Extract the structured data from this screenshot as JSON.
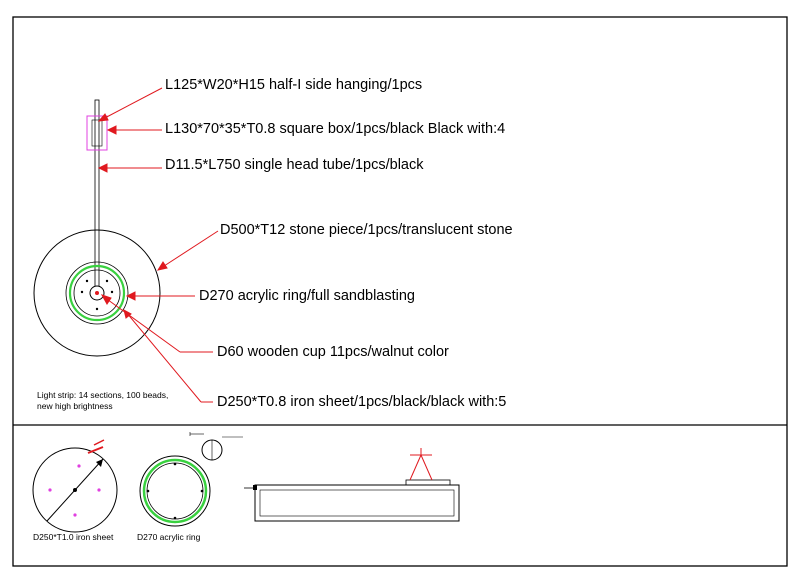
{
  "colors": {
    "line": "#000000",
    "leader": "#e0191f",
    "box_outline": "#e040e0",
    "acrylic": "#39d13f",
    "magenta_dot": "#e040e0"
  },
  "callouts": {
    "side_hanging": "L125*W20*H15 half-I side hanging/1pcs",
    "square_box": "L130*70*35*T0.8 square box/1pcs/black Black with:4",
    "tube": "D11.5*L750 single head tube/1pcs/black",
    "stone": "D500*T12 stone piece/1pcs/translucent stone",
    "acrylic_ring": "D270 acrylic ring/full sandblasting",
    "wooden_cup": "D60 wooden cup 11pcs/walnut color",
    "iron_sheet": "D250*T0.8 iron sheet/1pcs/black/black with:5"
  },
  "notes": {
    "light_strip_line1": "Light strip: 14 sections, 100 beads,",
    "light_strip_line2": "new high brightness"
  },
  "details": {
    "iron_sheet_label": "D250*T1.0 iron sheet",
    "acrylic_ring_label": "D270 acrylic ring"
  }
}
